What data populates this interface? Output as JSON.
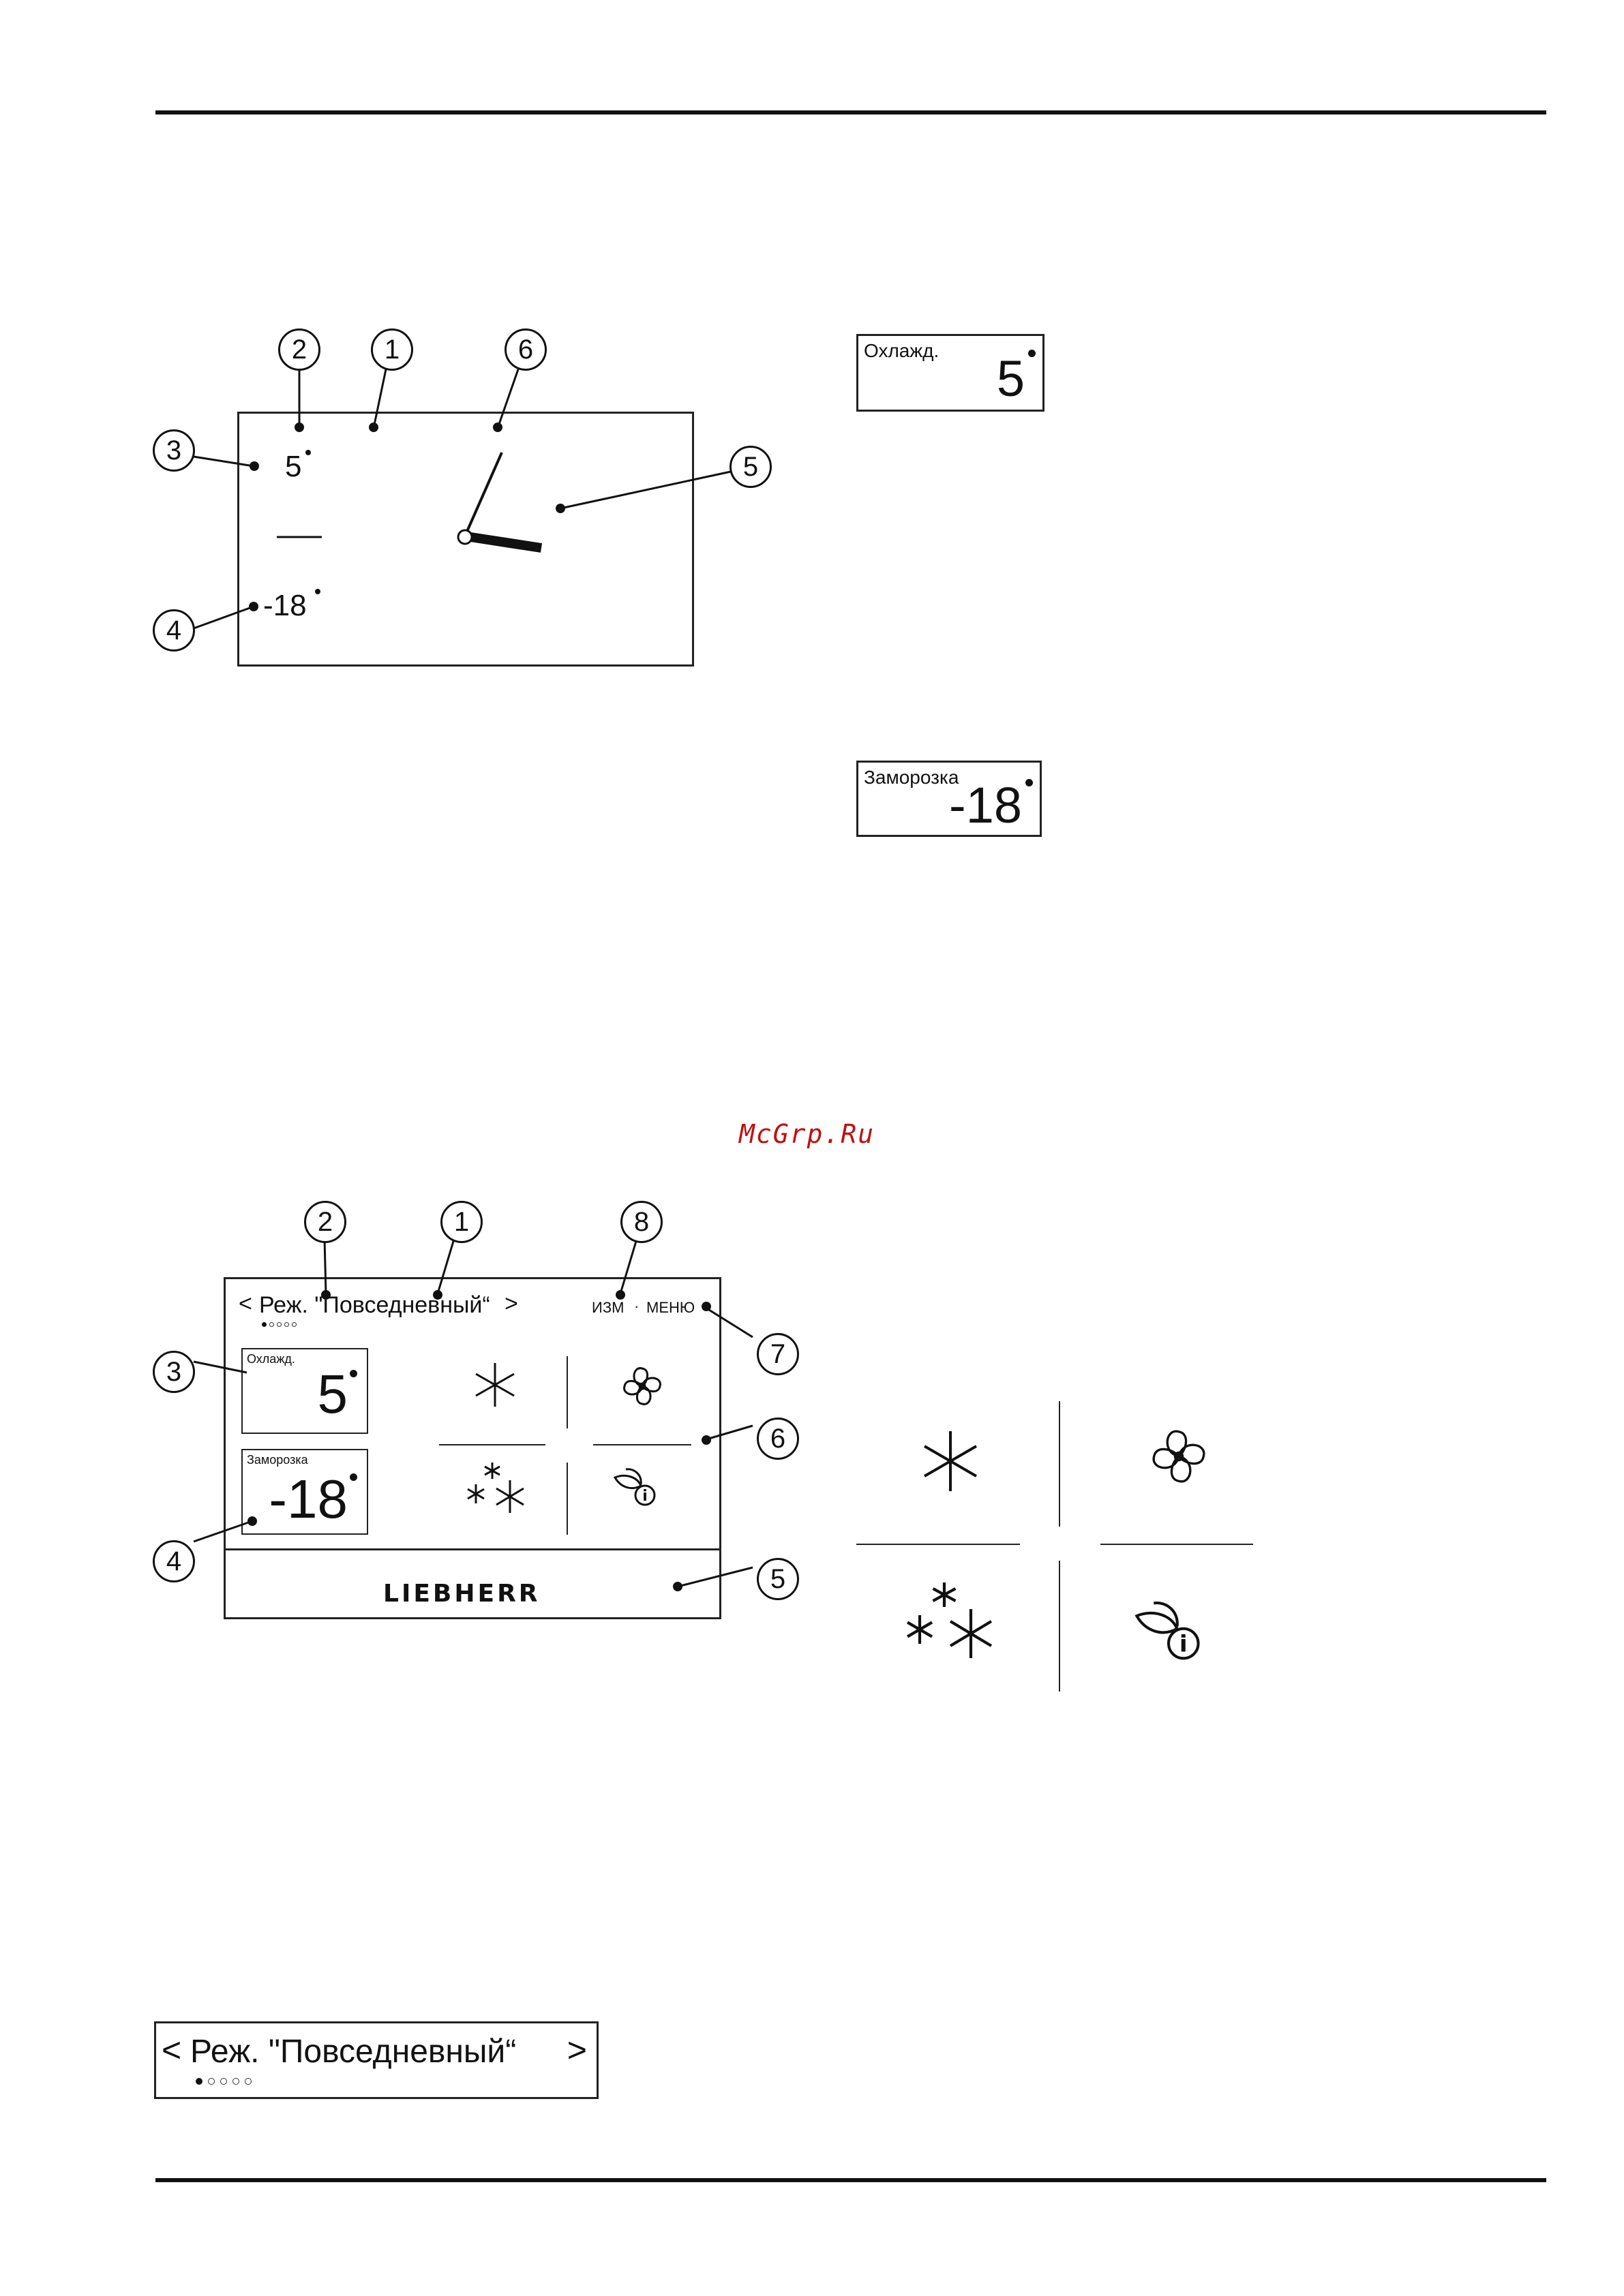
{
  "watermark": "McGrp.Ru",
  "figure1": {
    "callouts": [
      "1",
      "2",
      "3",
      "4",
      "5",
      "6"
    ],
    "upper_temp": "5",
    "lower_temp": "-18"
  },
  "chip_cool": {
    "label": "Охлажд.",
    "value": "5"
  },
  "chip_freeze": {
    "label": "Заморозка",
    "value": "-18"
  },
  "figure2": {
    "callouts": [
      "1",
      "2",
      "3",
      "4",
      "5",
      "6",
      "7",
      "8"
    ],
    "mode_title": "Реж. \"Повседневный“",
    "edit_label": "ИЗМ",
    "separator": "·",
    "menu_label": "МЕНЮ",
    "cool_label": "Охлажд.",
    "cool_value": "5",
    "freeze_label": "Заморозка",
    "freeze_value": "-18",
    "brand": "LIEBHERR",
    "page_dots": 5,
    "active_dot": 0
  },
  "mode_bar": {
    "title": "Реж. \"Повседневный“",
    "prev_symbol": "<",
    "next_symbol": ">"
  },
  "icons": [
    "snowflake-icon",
    "fan-icon",
    "superfrost-icon",
    "eco-info-icon"
  ]
}
